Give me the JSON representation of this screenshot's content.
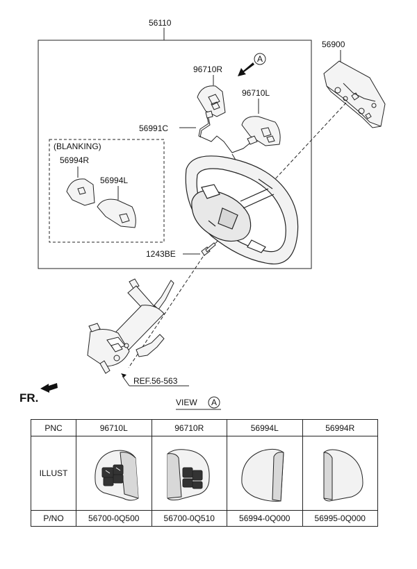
{
  "callouts": {
    "assembly": "56110",
    "airbag": "56900",
    "view_marker": "A",
    "switch_r": "96710R",
    "switch_l": "96710L",
    "cable": "56991C",
    "blanking": "(BLANKING)",
    "blank_r": "56994R",
    "blank_l": "56994L",
    "bolt": "1243BE",
    "reference": "REF.56-563",
    "front": "FR.",
    "view_title": "VIEW"
  },
  "parts_table": {
    "headers": {
      "pnc": "PNC",
      "illust": "ILLUST",
      "pno": "P/NO"
    },
    "columns": [
      {
        "pnc": "96710L",
        "pno": "56700-0Q500",
        "illustration": "left-switch-illustration"
      },
      {
        "pnc": "96710R",
        "pno": "56700-0Q510",
        "illustration": "right-switch-illustration"
      },
      {
        "pnc": "56994L",
        "pno": "56994-0Q000",
        "illustration": "left-blanking-cover-illustration"
      },
      {
        "pnc": "56994R",
        "pno": "56995-0Q000",
        "illustration": "right-blanking-cover-illustration"
      }
    ]
  }
}
